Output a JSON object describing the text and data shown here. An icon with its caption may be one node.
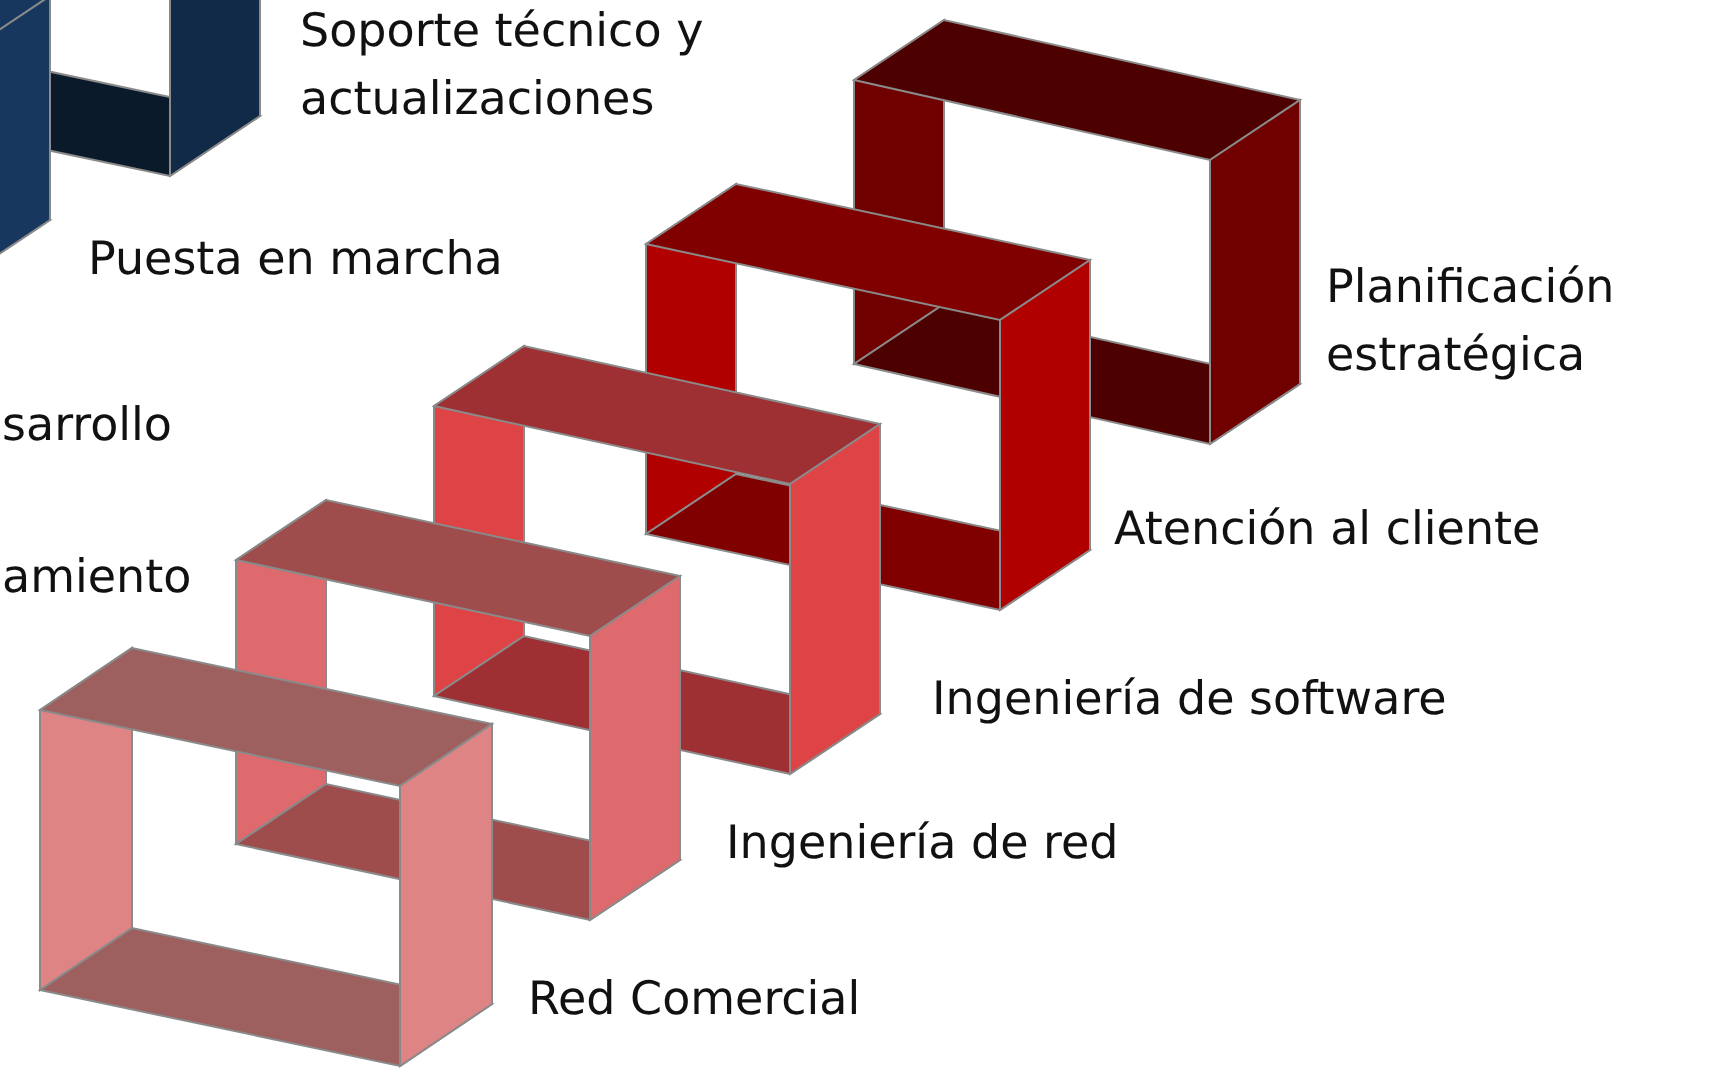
{
  "diagram": {
    "nodes": [
      {
        "text": [
          "Soporte técnico y actualizaciones"
        ]
      },
      {
        "text": [
          "Puesta en marcha"
        ]
      },
      {
        "text": [
          "Planificación estratégica"
        ]
      },
      {
        "text": [
          "Atención al cliente"
        ]
      },
      {
        "text": [
          "Ingeniería de software"
        ]
      },
      {
        "text": [
          "Ingeniería de red"
        ]
      },
      {
        "text": [
          "Red Comercial"
        ]
      }
    ],
    "labels": [
      "sarrollo",
      "amiento"
    ]
  }
}
